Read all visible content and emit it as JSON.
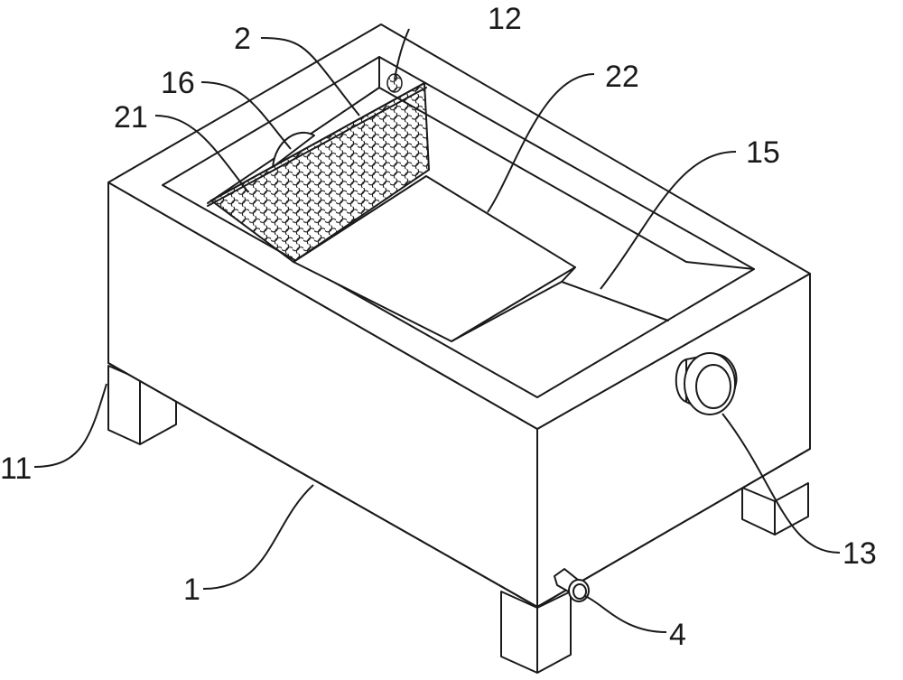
{
  "figure": {
    "labels": {
      "body": "1",
      "filter_screen": "2",
      "outlet_pipe": "4",
      "legs": "11",
      "vent_mesh": "12",
      "side_port": "13",
      "bottom_plate": "15",
      "motor": "16",
      "screen_frame": "21",
      "slope_plate": "22"
    }
  }
}
